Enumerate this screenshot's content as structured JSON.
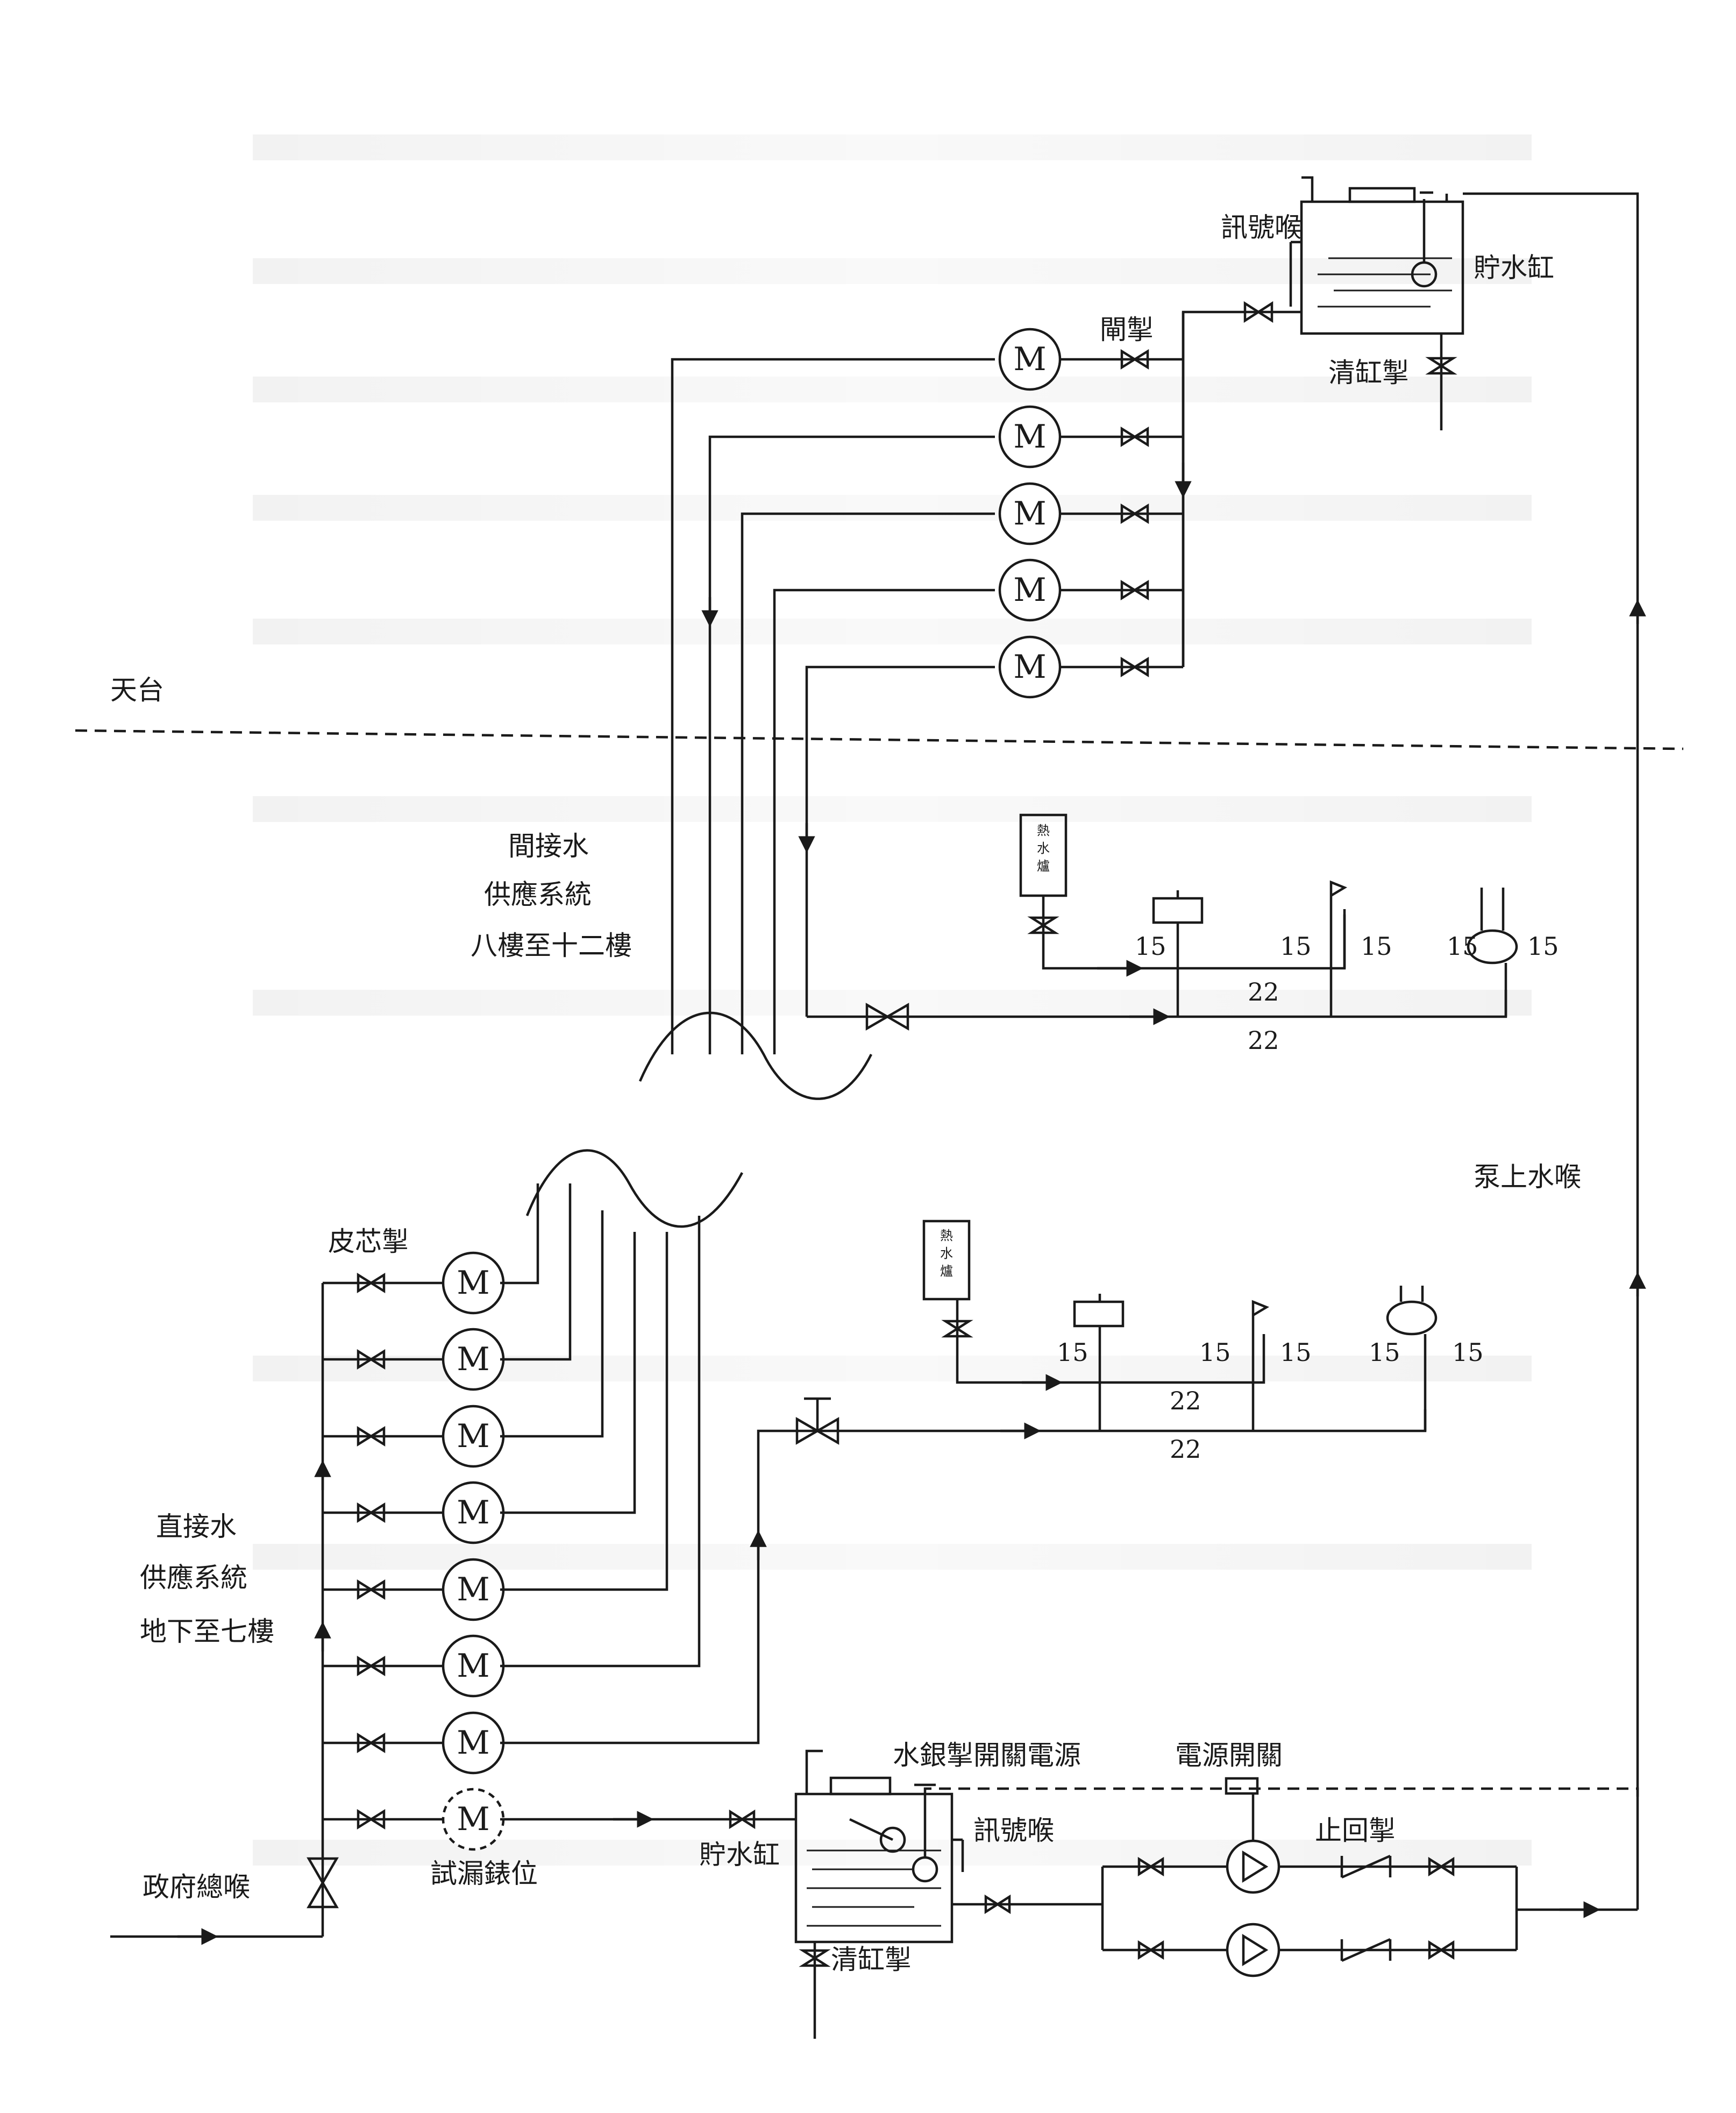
{
  "labels": {
    "rooftop": "天台",
    "indirect_line1": "間接水",
    "indirect_line2": "供應系統",
    "indirect_line3": "八樓至十二樓",
    "direct_line1": "直接水",
    "direct_line2": "供應系統",
    "direct_line3": "地下至七樓",
    "govt_main": "政府總喉",
    "test_meter": "試漏錶位",
    "leather_valve": "皮芯掣",
    "gate_valve": "閘掣",
    "roof_tank": "貯水缸",
    "roof_overflow": "訊號喉",
    "roof_drain": "清缸掣",
    "pump_main": "泵上水喉",
    "float_switch_power": "水銀掣開關電源",
    "power_switch": "電源開關",
    "check_valve": "止回掣",
    "lower_tank": "貯水缸",
    "lower_overflow": "訊號喉",
    "lower_drain": "清缸掣",
    "heater_upper": [
      "熱",
      "水",
      "爐"
    ],
    "heater_lower": [
      "熱",
      "水",
      "爐"
    ],
    "meter_symbol": "M"
  },
  "pipe_sizes": {
    "upper": [
      "15",
      "15",
      "15",
      "15",
      "15",
      "22",
      "22"
    ],
    "lower": [
      "15",
      "15",
      "15",
      "15",
      "15",
      "22",
      "22"
    ]
  },
  "meters": {
    "upper_count": 5,
    "lower_count": 7,
    "test_position_count": 1
  }
}
